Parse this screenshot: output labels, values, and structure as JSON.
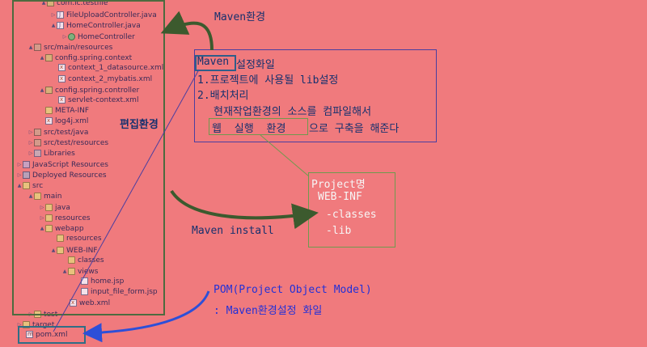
{
  "tree": [
    {
      "label": "com.ic.testfile",
      "icon": "package-icon",
      "twisty": "▲"
    },
    {
      "label": "FileUploadController.java",
      "icon": "java-file-icon",
      "twisty": "▷"
    },
    {
      "label": "HomeController.java",
      "icon": "java-file-icon",
      "twisty": "▲"
    },
    {
      "label": "HomeController",
      "icon": "class-icon",
      "twisty": "▷"
    },
    {
      "label": "src/main/resources",
      "icon": "source-folder-icon",
      "twisty": "▲"
    },
    {
      "label": "config.spring.context",
      "icon": "package-icon",
      "twisty": "▲"
    },
    {
      "label": "context_1_datasource.xml",
      "icon": "xml-file-icon",
      "twisty": ""
    },
    {
      "label": "context_2_mybatis.xml",
      "icon": "xml-file-icon",
      "twisty": ""
    },
    {
      "label": "config.spring.controller",
      "icon": "package-icon",
      "twisty": "▲"
    },
    {
      "label": "servlet-context.xml",
      "icon": "xml-file-icon",
      "twisty": ""
    },
    {
      "label": "META-INF",
      "icon": "folder-icon",
      "twisty": ""
    },
    {
      "label": "log4j.xml",
      "icon": "xml-file-icon",
      "twisty": ""
    },
    {
      "label": "src/test/java",
      "icon": "source-folder-icon",
      "twisty": "▷"
    },
    {
      "label": "src/test/resources",
      "icon": "source-folder-icon",
      "twisty": "▷"
    },
    {
      "label": "Libraries",
      "icon": "library-icon",
      "twisty": "▷"
    },
    {
      "label": "JavaScript Resources",
      "icon": "javascript-icon",
      "twisty": "▷"
    },
    {
      "label": "Deployed Resources",
      "icon": "deployed-icon",
      "twisty": "▷"
    },
    {
      "label": "src",
      "icon": "folder-icon",
      "twisty": "▲"
    },
    {
      "label": "main",
      "icon": "folder-icon",
      "twisty": "▲"
    },
    {
      "label": "java",
      "icon": "folder-icon",
      "twisty": "▷"
    },
    {
      "label": "resources",
      "icon": "folder-icon",
      "twisty": "▷"
    },
    {
      "label": "webapp",
      "icon": "folder-icon",
      "twisty": "▲"
    },
    {
      "label": "resources",
      "icon": "folder-icon",
      "twisty": ""
    },
    {
      "label": "WEB-INF",
      "icon": "folder-icon",
      "twisty": "▲"
    },
    {
      "label": "classes",
      "icon": "folder-icon",
      "twisty": ""
    },
    {
      "label": "views",
      "icon": "folder-icon",
      "twisty": "▲"
    },
    {
      "label": "home.jsp",
      "icon": "file-icon",
      "twisty": ""
    },
    {
      "label": "input_file_form.jsp",
      "icon": "file-icon",
      "twisty": ""
    },
    {
      "label": "web.xml",
      "icon": "xml-file-icon",
      "twisty": ""
    },
    {
      "label": "test",
      "icon": "folder-icon",
      "twisty": "▷"
    },
    {
      "label": "target",
      "icon": "folder-icon",
      "twisty": "▷"
    },
    {
      "label": "pom.xml",
      "icon": "pom-file-icon",
      "twisty": ""
    }
  ],
  "annotations": {
    "maven_env": "Maven환경",
    "edit_env": "편집환경",
    "maven_install": "Maven install",
    "info": {
      "maven_word": "Maven",
      "title_rest": "설정화일",
      "line1": "1.프로젝트에 사용될 lib설정",
      "line2": "2.배치처리",
      "line3": "현재작업환경의 소스를 컴파일해서",
      "web_env": "웹 실행 환경",
      "line4_rest": "으로 구축을 해준다"
    },
    "project": {
      "title": "Project명",
      "webinf": "WEB-INF",
      "classes": "-classes",
      "lib": "-lib"
    },
    "pom_title": "POM(Project Object Model)",
    "pom_desc": ": Maven환경설정 화일"
  },
  "colors": {
    "background": "#f07a7d",
    "tree_text": "#3a2a58",
    "maven_text": "#16306e",
    "green_arrow": "#3c5a2e",
    "blue_arrow": "#2d4fd8",
    "pom_text": "#2230d8",
    "project_text": "#f6f6f6"
  }
}
